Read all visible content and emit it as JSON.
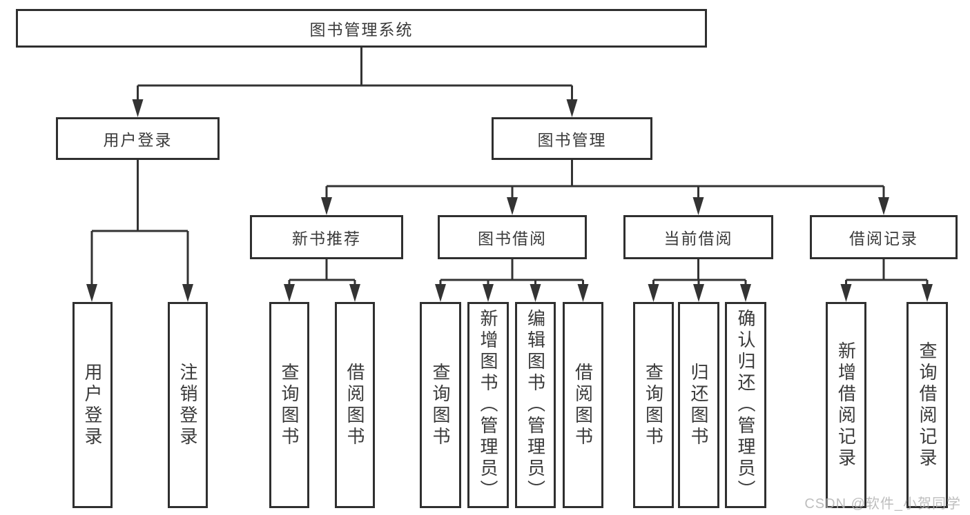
{
  "tree": {
    "root": "图书管理系统",
    "branches": [
      {
        "label": "用户登录",
        "children": [
          "用户登录",
          "注销登录"
        ]
      },
      {
        "label": "图书管理",
        "children": [
          {
            "label": "新书推荐",
            "children": [
              "查询图书",
              "借阅图书"
            ]
          },
          {
            "label": "图书借阅",
            "children": [
              "查询图书",
              "新增图书（管理员）",
              "编辑图书（管理员）",
              "借阅图书"
            ]
          },
          {
            "label": "当前借阅",
            "children": [
              "查询图书",
              "归还图书",
              "确认归还（管理员）"
            ]
          },
          {
            "label": "借阅记录",
            "children": [
              "新增借阅记录",
              "查询借阅记录"
            ]
          }
        ]
      }
    ]
  },
  "watermark": "CSDN @软件_小贺同学",
  "colors": {
    "line": "#333333",
    "box_border": "#2f2f2f",
    "text": "#3a3a3a",
    "watermark": "#b3b3b3",
    "background": "#ffffff"
  }
}
